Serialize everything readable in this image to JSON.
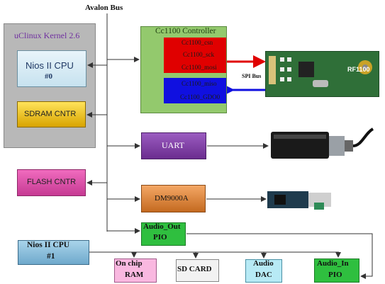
{
  "bus": {
    "label": "Avalon Bus",
    "spi_label": "SPI Bus"
  },
  "kernel": {
    "title": "uClinux Kernel 2.6"
  },
  "cpu0": {
    "line1": "Nios II CPU",
    "line2": "#0"
  },
  "sdram": {
    "label": "SDRAM CNTR"
  },
  "cc1100": {
    "title": "Cc1100 Controller",
    "red_signals": [
      "Cc1100_csn",
      "Cc1100_sck",
      "Cc1100_mosi"
    ],
    "blue_signals": [
      "Cc1100_miso",
      "Cc1100_GDO0"
    ]
  },
  "uart": {
    "label": "UART"
  },
  "flash": {
    "label": "FLASH CNTR"
  },
  "dm9000a": {
    "label": "DM9000A"
  },
  "audio_out": {
    "line1": "Audio_Out",
    "line2": "PIO"
  },
  "cpu1": {
    "line1": "Nios II CPU",
    "line2": "#1"
  },
  "onchip_ram": {
    "line1": "On chip",
    "line2": "RAM"
  },
  "sd_card": {
    "label": "SD CARD"
  },
  "audio_dac": {
    "line1": "Audio",
    "line2": "DAC"
  },
  "audio_in": {
    "line1": "Audio_In",
    "line2": "PIO"
  },
  "rf_module": {
    "label": "RF1100"
  },
  "colors": {
    "red_bus": "#e00000",
    "blue_bus": "#1010e0",
    "controller": "#93c96d",
    "bus_line": "#333333"
  }
}
